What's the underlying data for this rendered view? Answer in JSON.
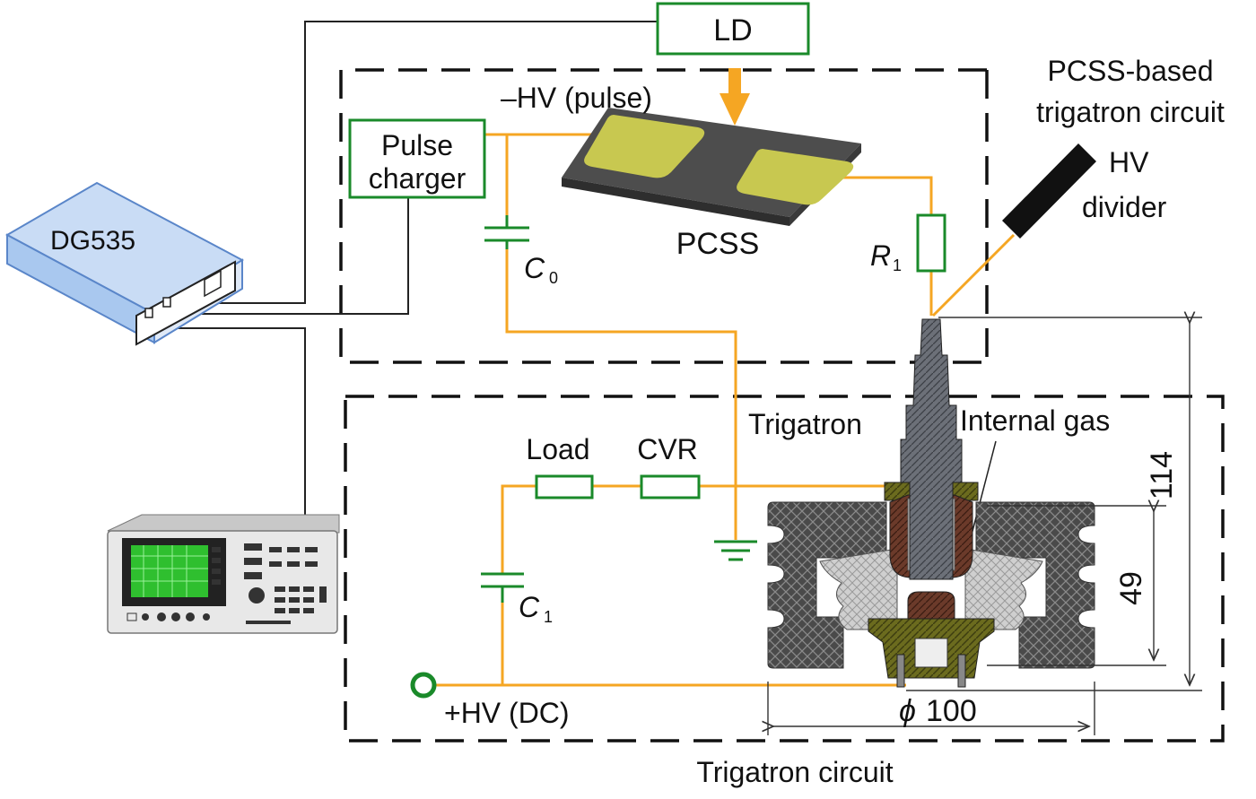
{
  "labels": {
    "ld": "LD",
    "hv_pulse": "–HV (pulse)",
    "pulse_charger_line1": "Pulse",
    "pulse_charger_line2": "charger",
    "dg535": "DG535",
    "pcss": "PCSS",
    "c0_main": "C",
    "c0_sub": "0",
    "r1_main": "R",
    "r1_sub": "1",
    "pcss_trigatron_line1": "PCSS-based",
    "pcss_trigatron_line2": "trigatron circuit",
    "hv_divider_line1": "HV",
    "hv_divider_line2": "divider",
    "trigatron": "Trigatron",
    "internal_gas": "Internal gas",
    "load": "Load",
    "cvr": "CVR",
    "c1_main": "C",
    "c1_sub": "1",
    "hv_dc": "+HV (DC)",
    "dim_114": "114",
    "dim_49": "49",
    "dim_phi": "ϕ",
    "dim_100": "100",
    "trigatron_circuit": "Trigatron circuit"
  },
  "colors": {
    "wire_orange": "#f5a623",
    "component_green": "#1a8a2a",
    "pcss_body": "#4d4d4d",
    "pcss_electrode": "#c8c850",
    "dg535_blue": "#a9c8ef",
    "insulator_dark": "#555555",
    "arrow_orange": "#f5a623"
  }
}
